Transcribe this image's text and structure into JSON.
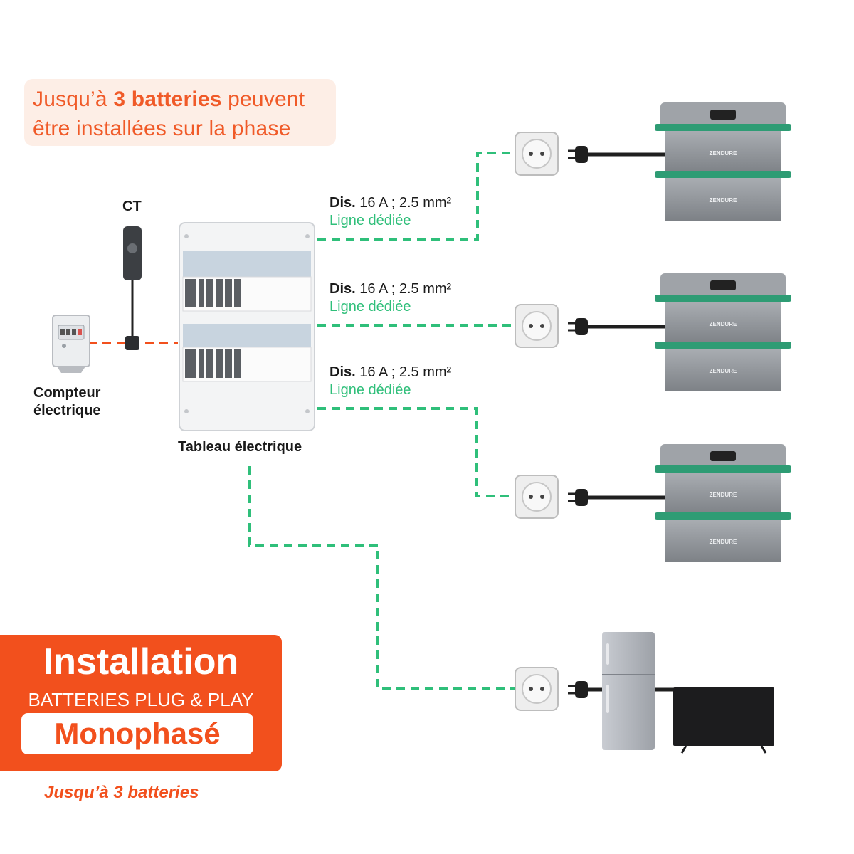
{
  "callout": {
    "line1_prefix": "Jusqu’à ",
    "line1_bold": "3 batteries",
    "line1_suffix": " peuvent",
    "line2": "être installées sur la phase"
  },
  "labels": {
    "ct": "CT",
    "meter_line1": "Compteur",
    "meter_line2": "électrique",
    "panel": "Tableau électrique"
  },
  "circuits": [
    {
      "spec_bold": "Dis.",
      "spec_rest": " 16 A ; 2.5 mm²",
      "line": "Ligne dédiée"
    },
    {
      "spec_bold": "Dis.",
      "spec_rest": " 16 A ; 2.5 mm²",
      "line": "Ligne dédiée"
    },
    {
      "spec_bold": "Dis.",
      "spec_rest": " 16 A ; 2.5 mm²",
      "line": "Ligne dédiée"
    }
  ],
  "battery_brand": "ZENDURE",
  "badge": {
    "title": "Installation",
    "subtitle": "BATTERIES PLUG & PLAY",
    "pill": "Monophasé"
  },
  "tagline": "Jusqu’à 3 batteries",
  "colors": {
    "orange": "#f2501d",
    "green": "#2fbf7a",
    "callout_bg": "#fdeee6"
  }
}
